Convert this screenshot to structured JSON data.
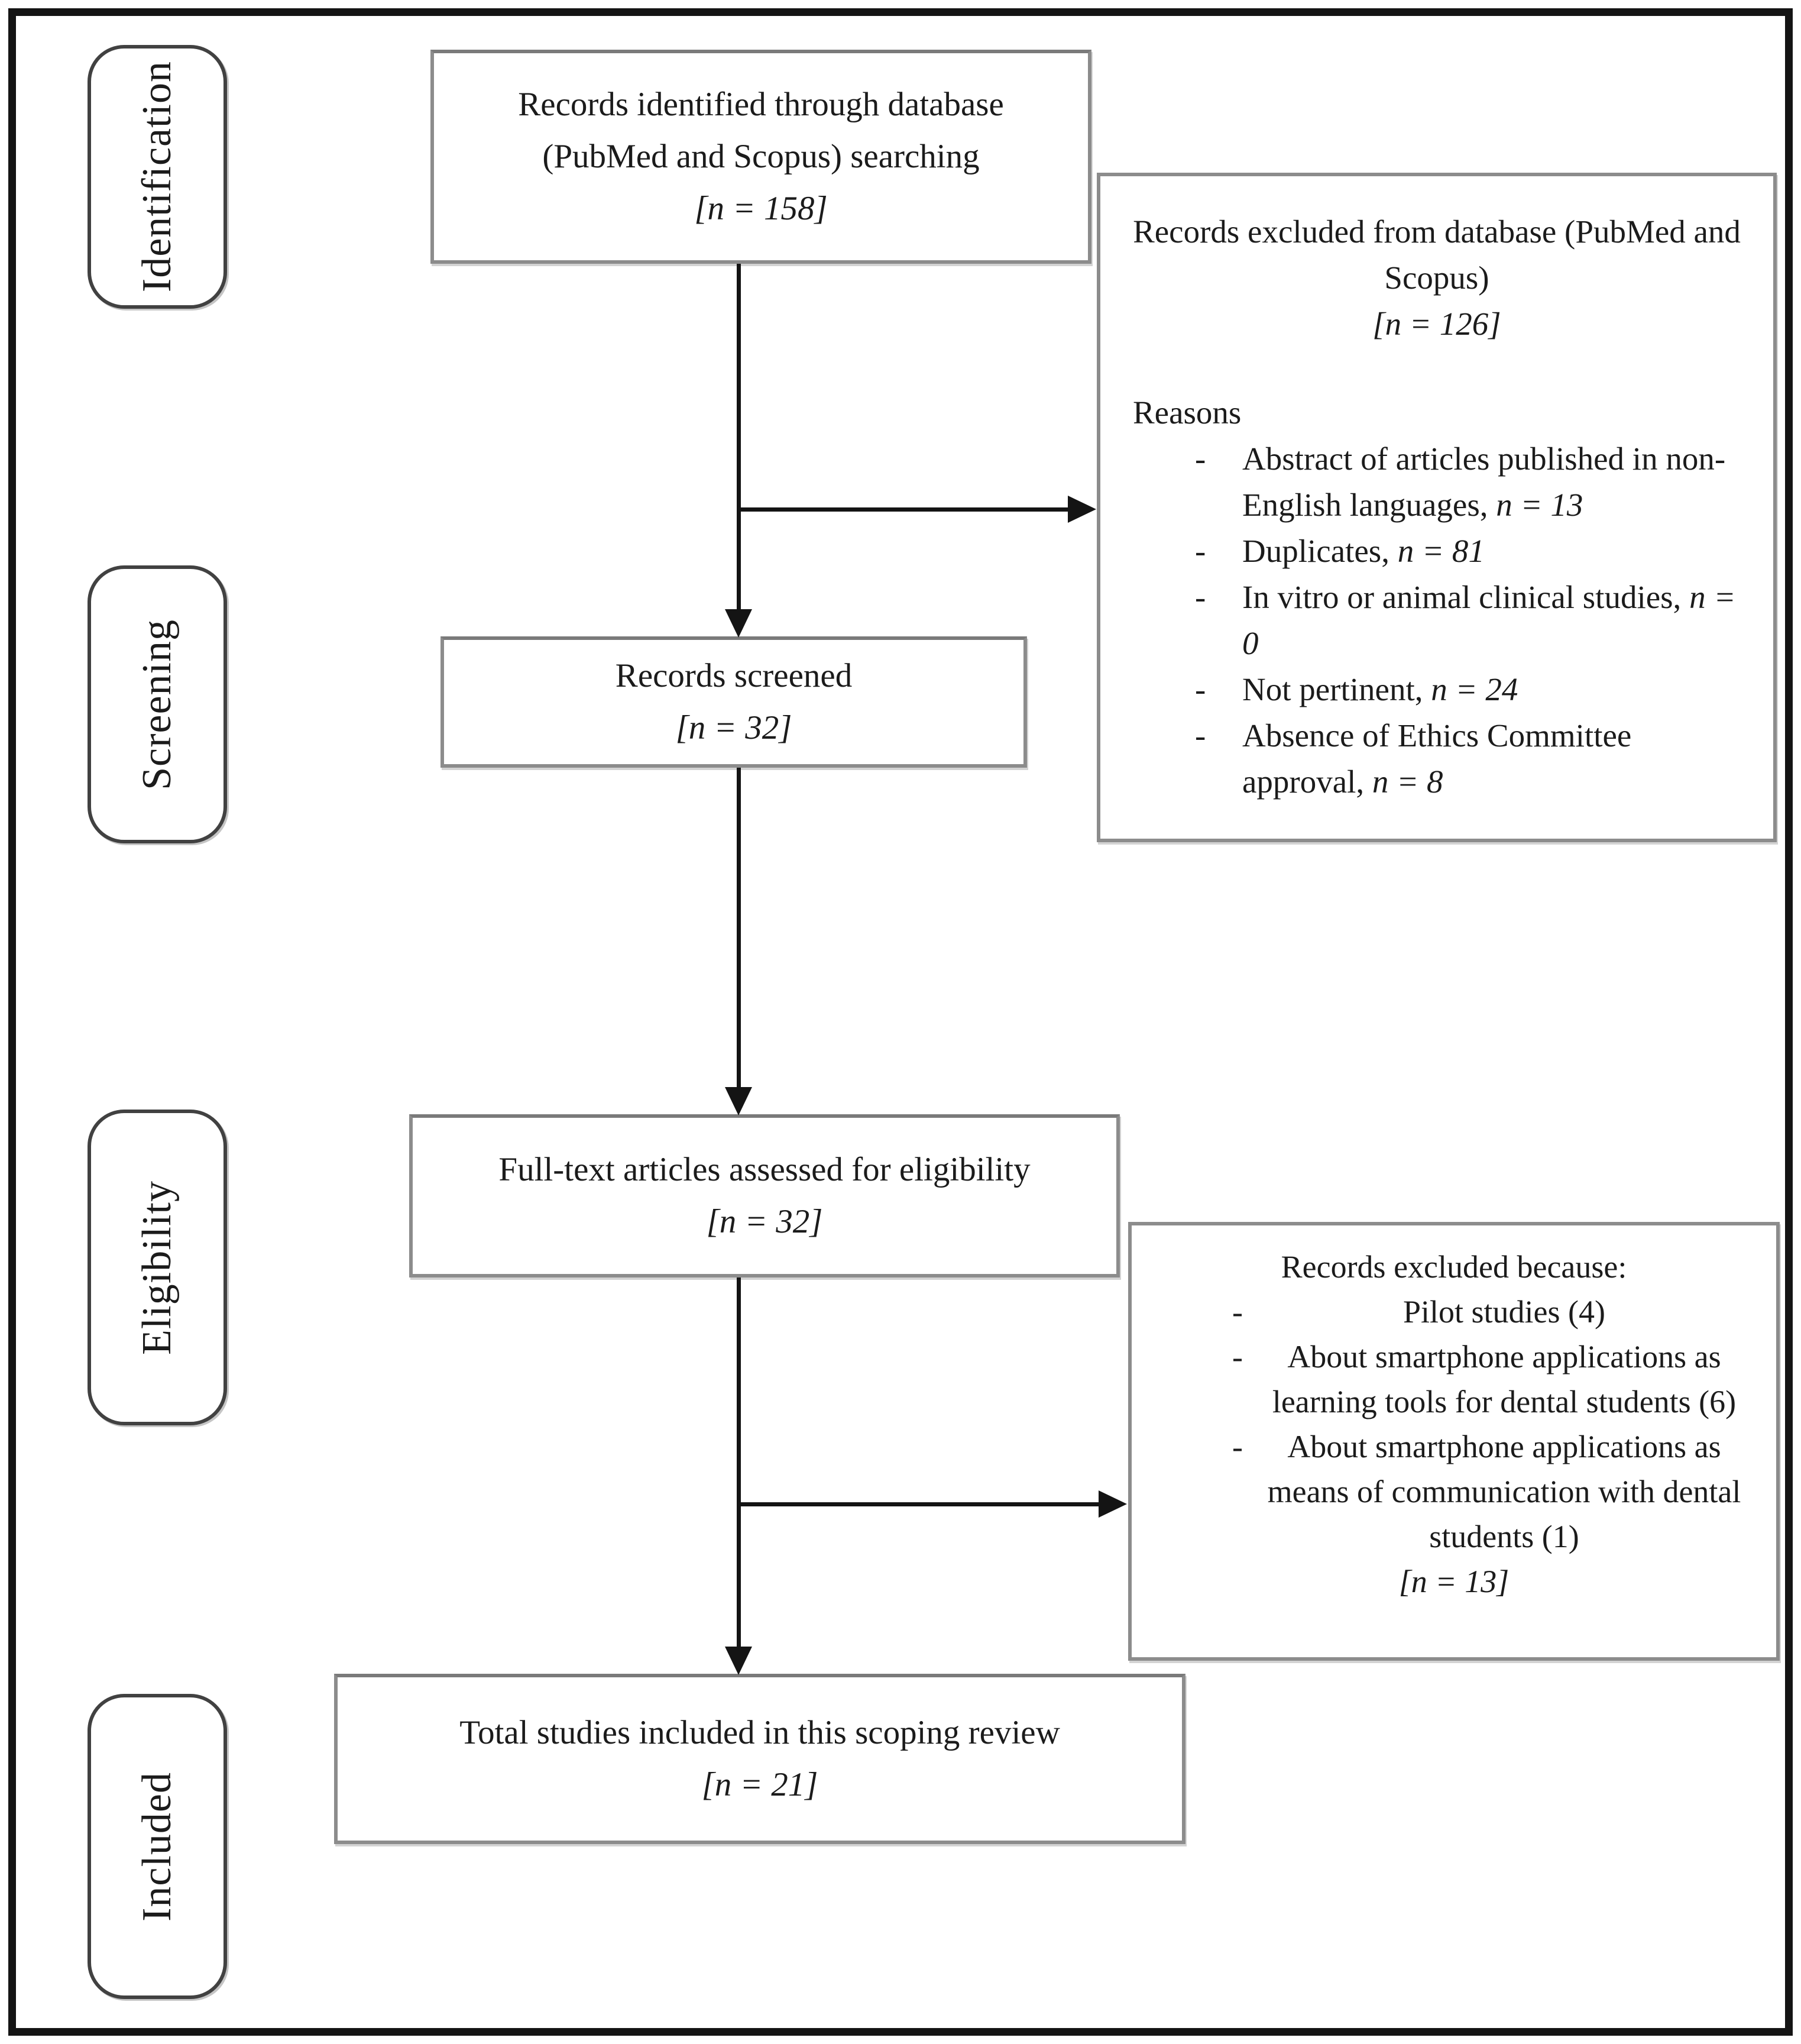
{
  "stages": [
    {
      "label": "Identification"
    },
    {
      "label": "Screening"
    },
    {
      "label": "Eligibility"
    },
    {
      "label": "Included"
    }
  ],
  "boxes": {
    "identified": {
      "text": "Records identified through database (PubMed and Scopus) searching",
      "count": "[n = 158]"
    },
    "screened": {
      "text": "Records screened",
      "count": "[n = 32]"
    },
    "fulltext": {
      "text": "Full-text articles assessed for eligibility",
      "count": "[n = 32]"
    },
    "included": {
      "text": "Total studies included in this scoping review",
      "count": "[n = 21]"
    }
  },
  "excluded_db": {
    "title": "Records excluded from database (PubMed and Scopus)",
    "count": "[n = 126]",
    "reasons_label": "Reasons",
    "bullet_marker": "-",
    "items": [
      {
        "text": "Abstract of articles published in non-English languages, ",
        "n": "n = 13"
      },
      {
        "text": "Duplicates, ",
        "n": "n = 81"
      },
      {
        "text": "In vitro or animal clinical studies, ",
        "n": "n = 0"
      },
      {
        "text": "Not pertinent, ",
        "n": "n = 24"
      },
      {
        "text": "Absence of Ethics Committee approval, ",
        "n": "n = 8"
      }
    ]
  },
  "excluded_eligibility": {
    "title": "Records excluded because:",
    "bullet_marker": "-",
    "items": [
      {
        "text": "Pilot studies (4)"
      },
      {
        "text": "About smartphone applications as learning tools for dental students (6)"
      },
      {
        "text": "About smartphone applications as means of communication with dental students (1)"
      }
    ],
    "count": "[n = 13]"
  }
}
